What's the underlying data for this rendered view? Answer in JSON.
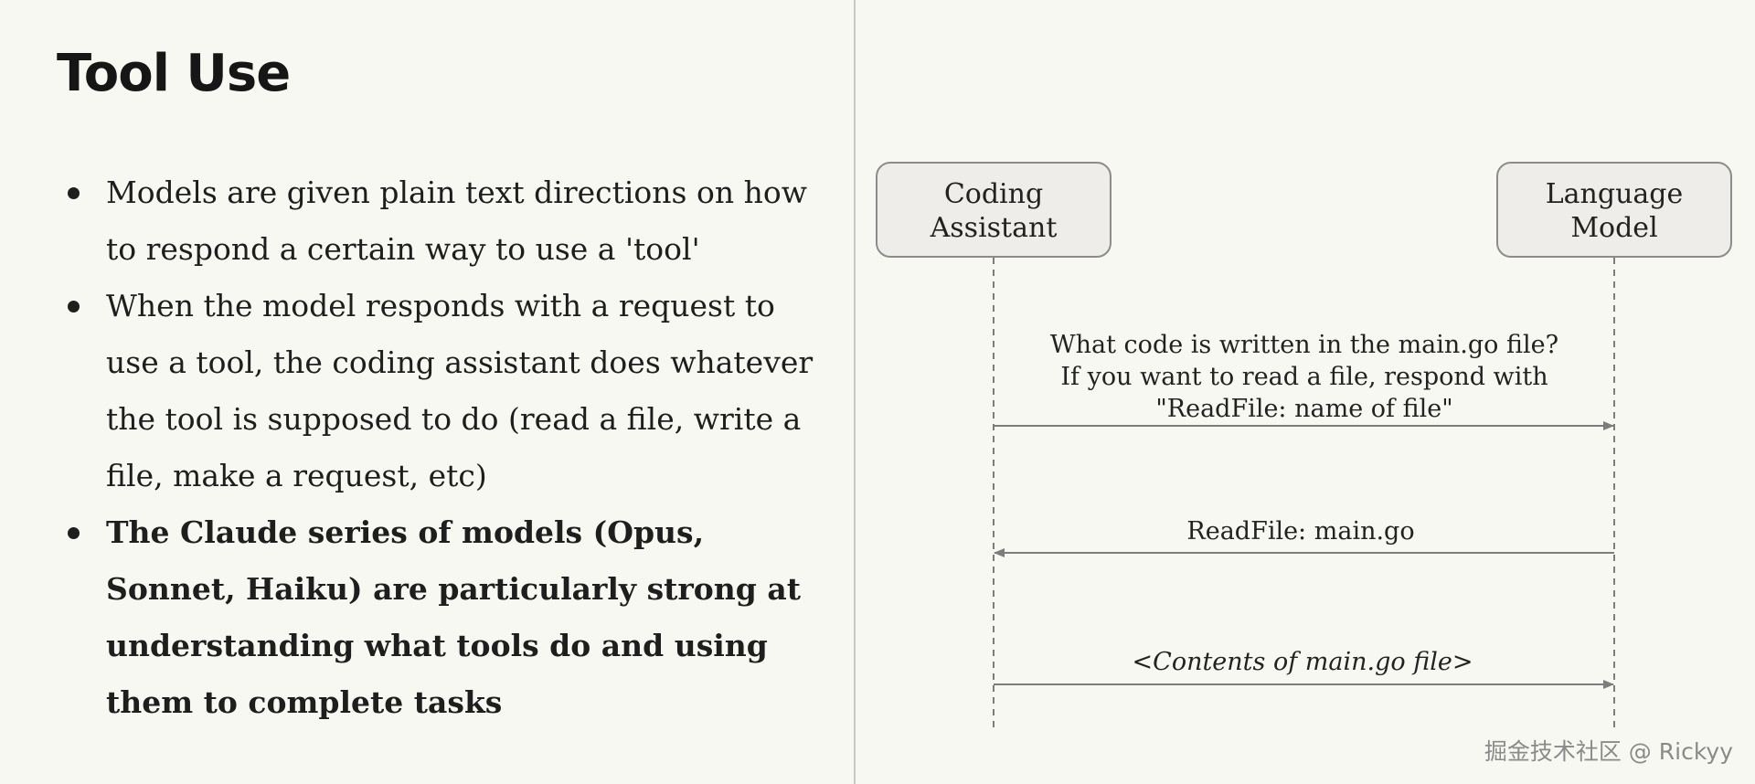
{
  "slide": {
    "title": "Tool Use",
    "bullets": [
      {
        "text": "Models are given plain text directions on how to respond a certain way to use a 'tool'",
        "bold": false
      },
      {
        "text": "When the model responds with a request to use a tool, the coding assistant does whatever the tool is supposed to do (read a file, write a file, make a request, etc)",
        "bold": false
      },
      {
        "text": "The Claude series of models (Opus, Sonnet, Haiku) are particularly strong at understanding what tools do and using them to complete tasks",
        "bold": true
      }
    ]
  },
  "diagram": {
    "participants": [
      {
        "id": "coding-assistant",
        "label_lines": [
          "Coding",
          "Assistant"
        ]
      },
      {
        "id": "language-model",
        "label_lines": [
          "Language",
          "Model"
        ]
      }
    ],
    "messages": [
      {
        "from": "coding-assistant",
        "to": "language-model",
        "lines": [
          "What code is written in the main.go file?",
          "If you want to read a file, respond with",
          "\"ReadFile: name of file\""
        ],
        "italic": false
      },
      {
        "from": "language-model",
        "to": "coding-assistant",
        "lines": [
          "ReadFile: main.go"
        ],
        "italic": false
      },
      {
        "from": "coding-assistant",
        "to": "language-model",
        "lines": [
          "<Contents of main.go file>"
        ],
        "italic": true
      }
    ],
    "colors": {
      "box_fill": "#eeede9",
      "box_stroke": "#8c8c8c",
      "line": "#7d7d7d"
    }
  },
  "watermark": "掘金技术社区 @ Rickyy"
}
